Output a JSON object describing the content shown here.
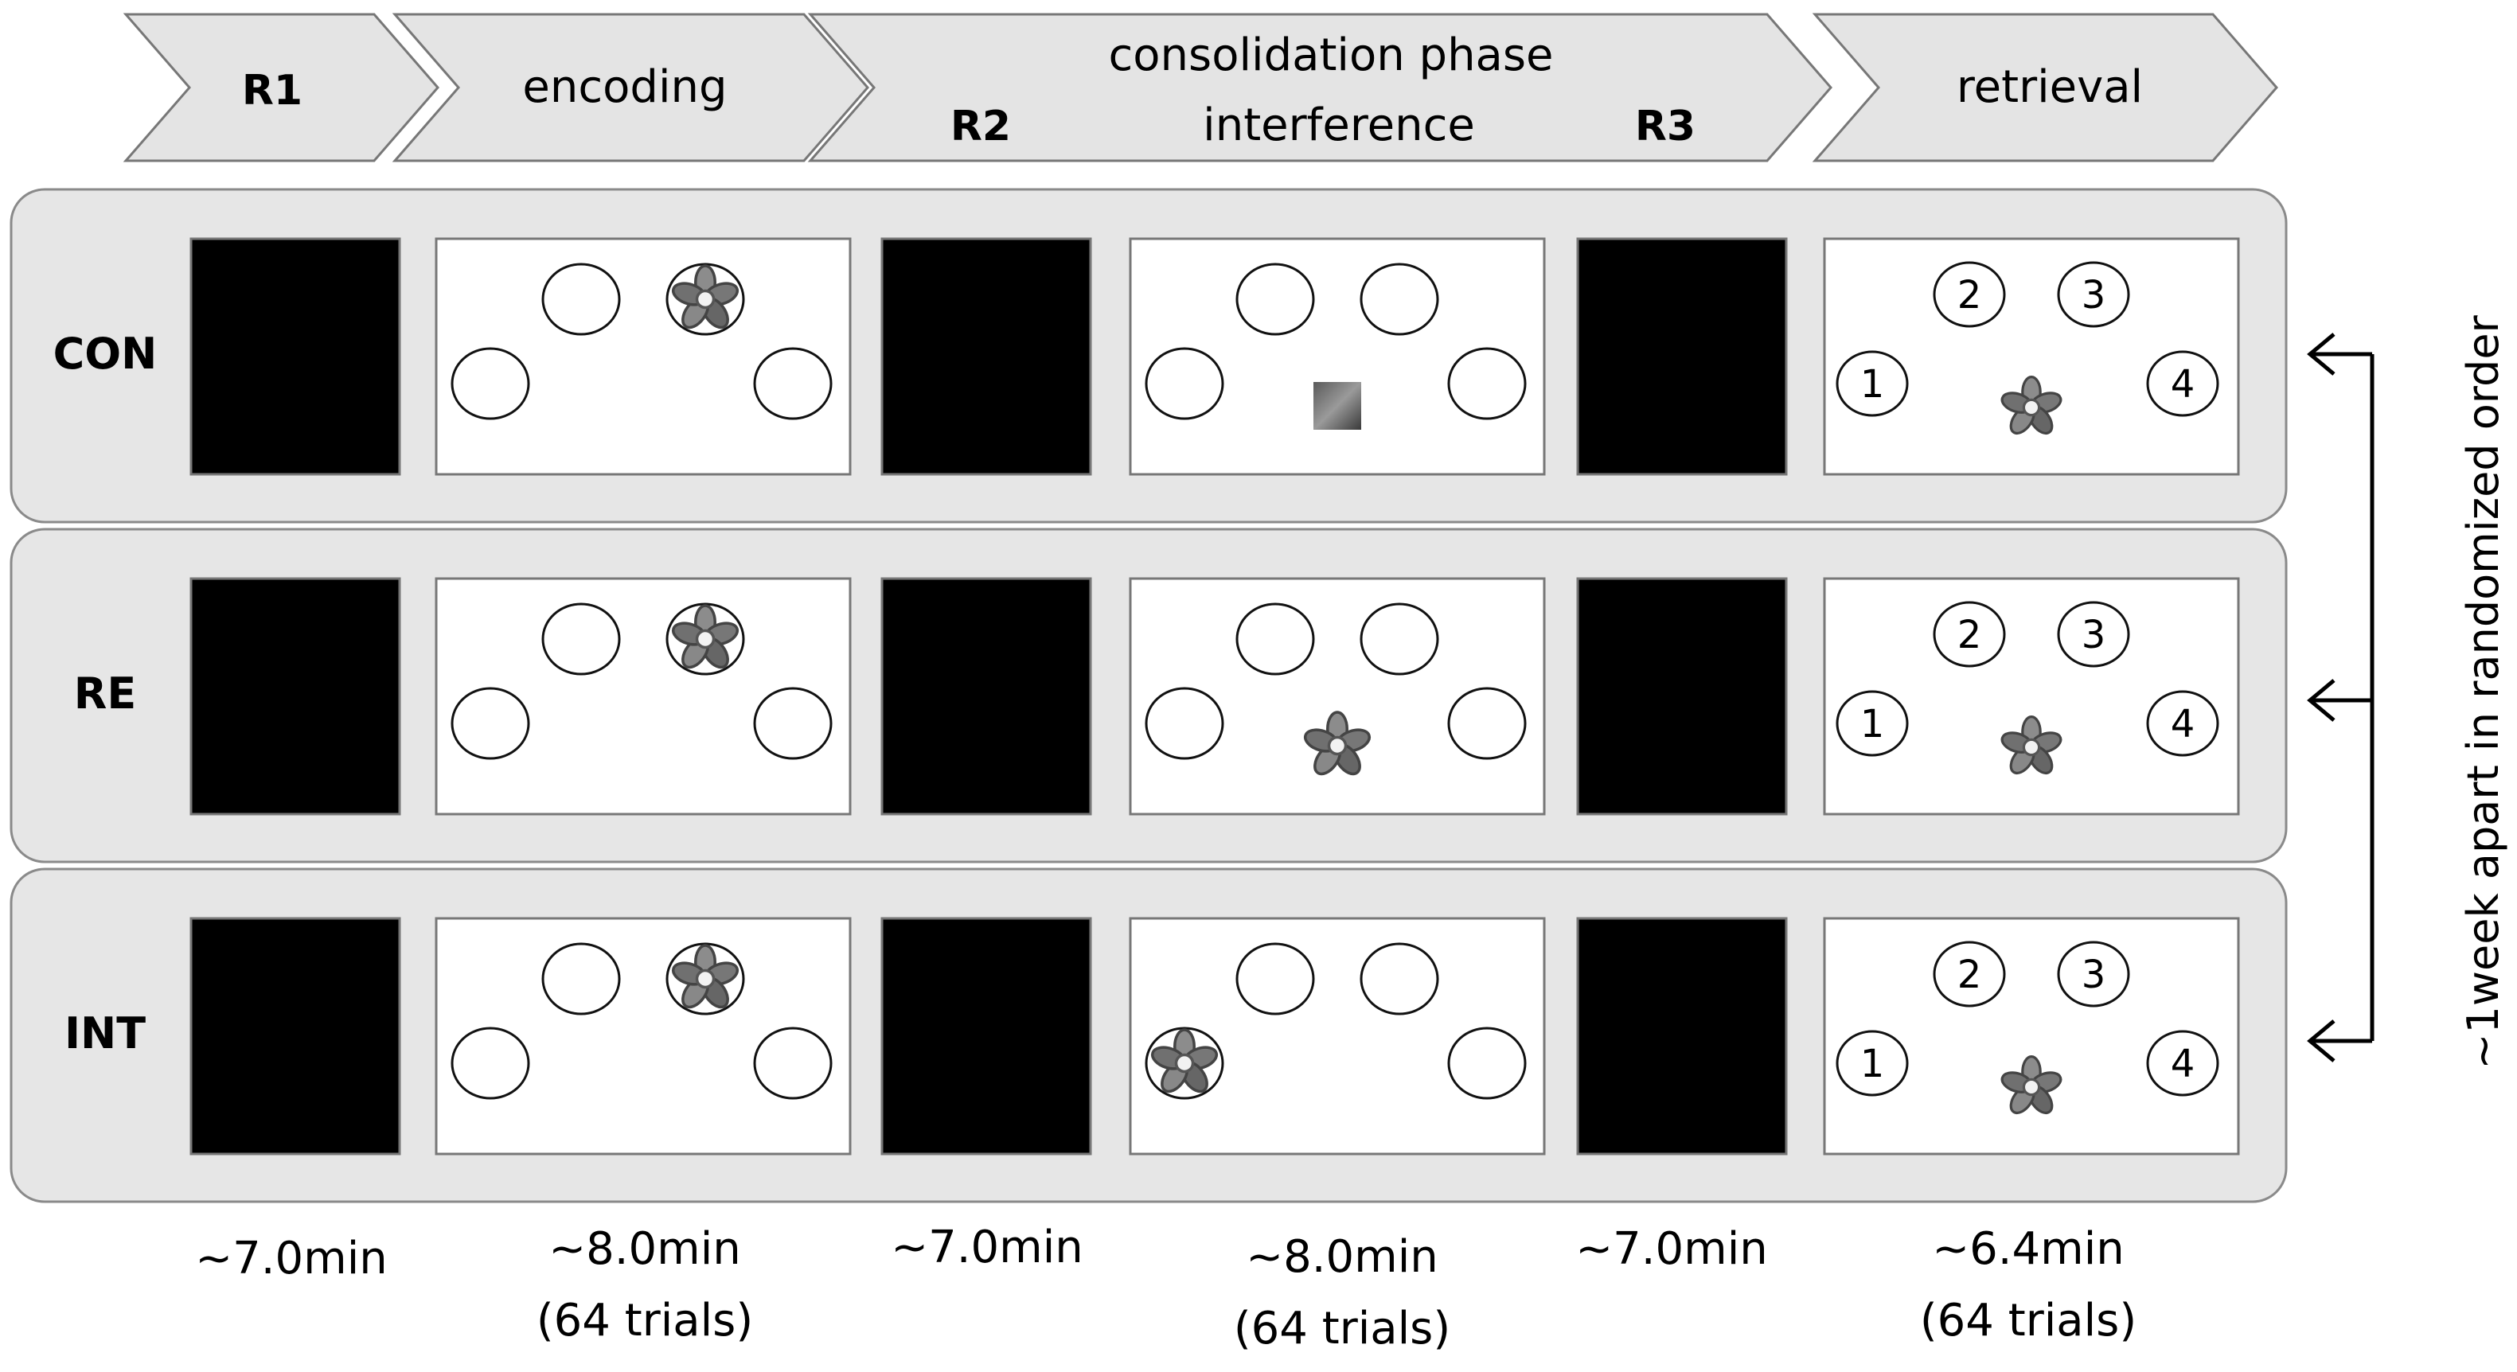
{
  "header": {
    "r1": "R1",
    "encoding": "encoding",
    "consolidation": "consolidation phase",
    "r2": "R2",
    "interference": "interference",
    "r3": "R3",
    "retrieval": "retrieval"
  },
  "conditions": [
    {
      "label": "CON",
      "interference_stimulus": "square-patch"
    },
    {
      "label": "RE",
      "interference_stimulus": "flower-center"
    },
    {
      "label": "INT",
      "interference_stimulus": "flower-in-circle"
    }
  ],
  "retrieval_numbers": [
    "1",
    "2",
    "3",
    "4"
  ],
  "durations": [
    {
      "time": "~7.0min",
      "trials": ""
    },
    {
      "time": "~8.0min",
      "trials": "(64 trials)"
    },
    {
      "time": "~7.0min",
      "trials": ""
    },
    {
      "time": "~8.0min",
      "trials": "(64 trials)"
    },
    {
      "time": "~7.0min",
      "trials": ""
    },
    {
      "time": "~6.4min",
      "trials": "(64 trials)"
    }
  ],
  "side_label": "~1week apart in randomized order",
  "colors": {
    "chevron_fill": "#e4e4e4",
    "panel_fill": "#e6e6e6",
    "black_screen": "#000000",
    "stroke": "#666666"
  },
  "icons": [
    "flower-icon",
    "gray-square-icon",
    "arrow-left-icon"
  ]
}
